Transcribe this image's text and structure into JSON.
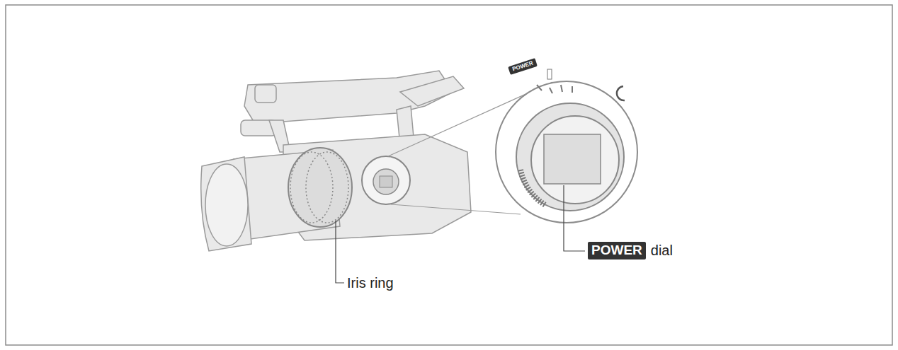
{
  "diagram": {
    "labels": [
      "POWER",
      "Iris ring",
      "POWER",
      "dial"
    ]
  }
}
